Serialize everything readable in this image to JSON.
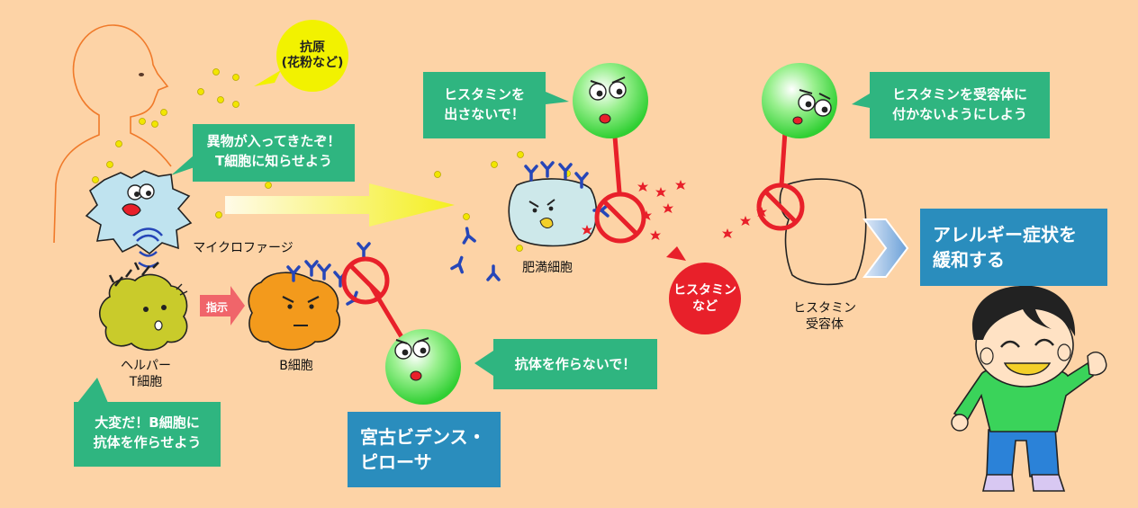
{
  "labels": {
    "antigen": "抗原\n(花粉など)",
    "foreign_body": "異物が入ってきたぞ！\nT細胞に知らせよう",
    "macrophage": "マイクロファージ",
    "instruction": "指示",
    "helper_t": "ヘルパー\nT細胞",
    "b_cell": "B細胞",
    "b_cell_message": "大変だ！B細胞に\n抗体を作らせよう",
    "dont_make_antibody": "抗体を作らないで！",
    "product": "宮古ビデンス・\nピローサ",
    "dont_release_histamine": "ヒスタミンを\n出さないで！",
    "mast_cell": "肥満細胞",
    "histamine_etc": "ヒスタミン\nなど",
    "histamine_receptor": "ヒスタミン\n受容体",
    "block_receptor": "ヒスタミンを受容体に\n付かないようにしよう",
    "relief": "アレルギー症状を\n緩和する"
  },
  "colors": {
    "background": "#fdd3a6",
    "green_box": "#2fb580",
    "blue_box": "#2a8dbd",
    "block_red": "#e8202a",
    "antibody_blue": "#2646b8",
    "pollen_yellow": "#f2e600",
    "helper_t_cell": "#c9cb2b",
    "b_cell": "#f39a1c",
    "mast_cell": "#cde8ea",
    "macrophage": "#bfe3ef",
    "bidens_green": "#39d23c"
  },
  "icons": [
    "human-outline-icon",
    "macrophage-icon",
    "helper-t-cell-icon",
    "b-cell-icon",
    "mast-cell-icon",
    "bidens-character-icon",
    "prohibition-icon",
    "antibody-icon",
    "pollen-icon",
    "histamine-icon",
    "receptor-icon",
    "arrow-icon",
    "happy-child-icon"
  ]
}
